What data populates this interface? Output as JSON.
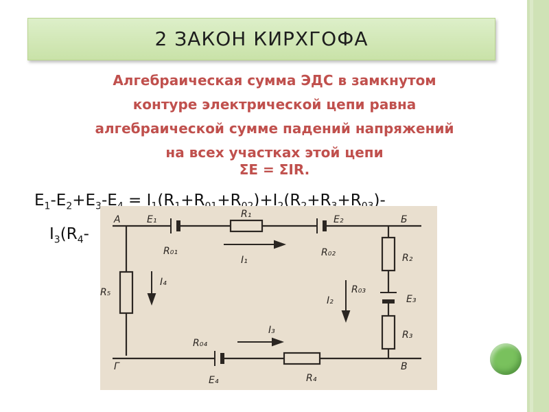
{
  "slide": {
    "title": "2 ЗАКОН КИРХГОФА",
    "definition_lines": [
      "Алгебраическая сумма ЭДС в замкнутом",
      "контуре электрической цепи равна",
      "алгебраической сумме падений напряжений",
      "на всех участках этой цепи"
    ],
    "sum_formula": "ΣE = ΣIR."
  },
  "equation": {
    "line1": [
      "E",
      "1",
      "-E",
      "2",
      "+E",
      "3",
      "-E",
      "4",
      " = I",
      "1",
      "(R",
      "1",
      "+R",
      "01",
      "+R",
      "02",
      ")+I",
      "2",
      "(R",
      "2",
      "+R",
      "3",
      "+R",
      "03",
      ")-"
    ],
    "line2": [
      "I",
      "3",
      "(R",
      "4",
      "-"
    ]
  },
  "circuit": {
    "nodes": {
      "a": "А",
      "b": "Б",
      "v": "В",
      "g": "Г"
    },
    "labels": {
      "e1": "E₁",
      "r1": "R₁",
      "e2": "E₂",
      "r01": "R₀₁",
      "i1": "I₁",
      "r02": "R₀₂",
      "r2": "R₂",
      "r03": "R₀₃",
      "e3": "E₃",
      "i2": "I₂",
      "r3": "R₃",
      "r5": "R₅",
      "i4": "I₄",
      "r04": "R₀₄",
      "i3": "I₃",
      "e4": "E₄",
      "r4": "R₄"
    }
  },
  "colors": {
    "accent": "#c0504d",
    "title_bg": "#d3e8b8",
    "button": "#79c15d",
    "circuit_bg": "#e9dfcf"
  }
}
